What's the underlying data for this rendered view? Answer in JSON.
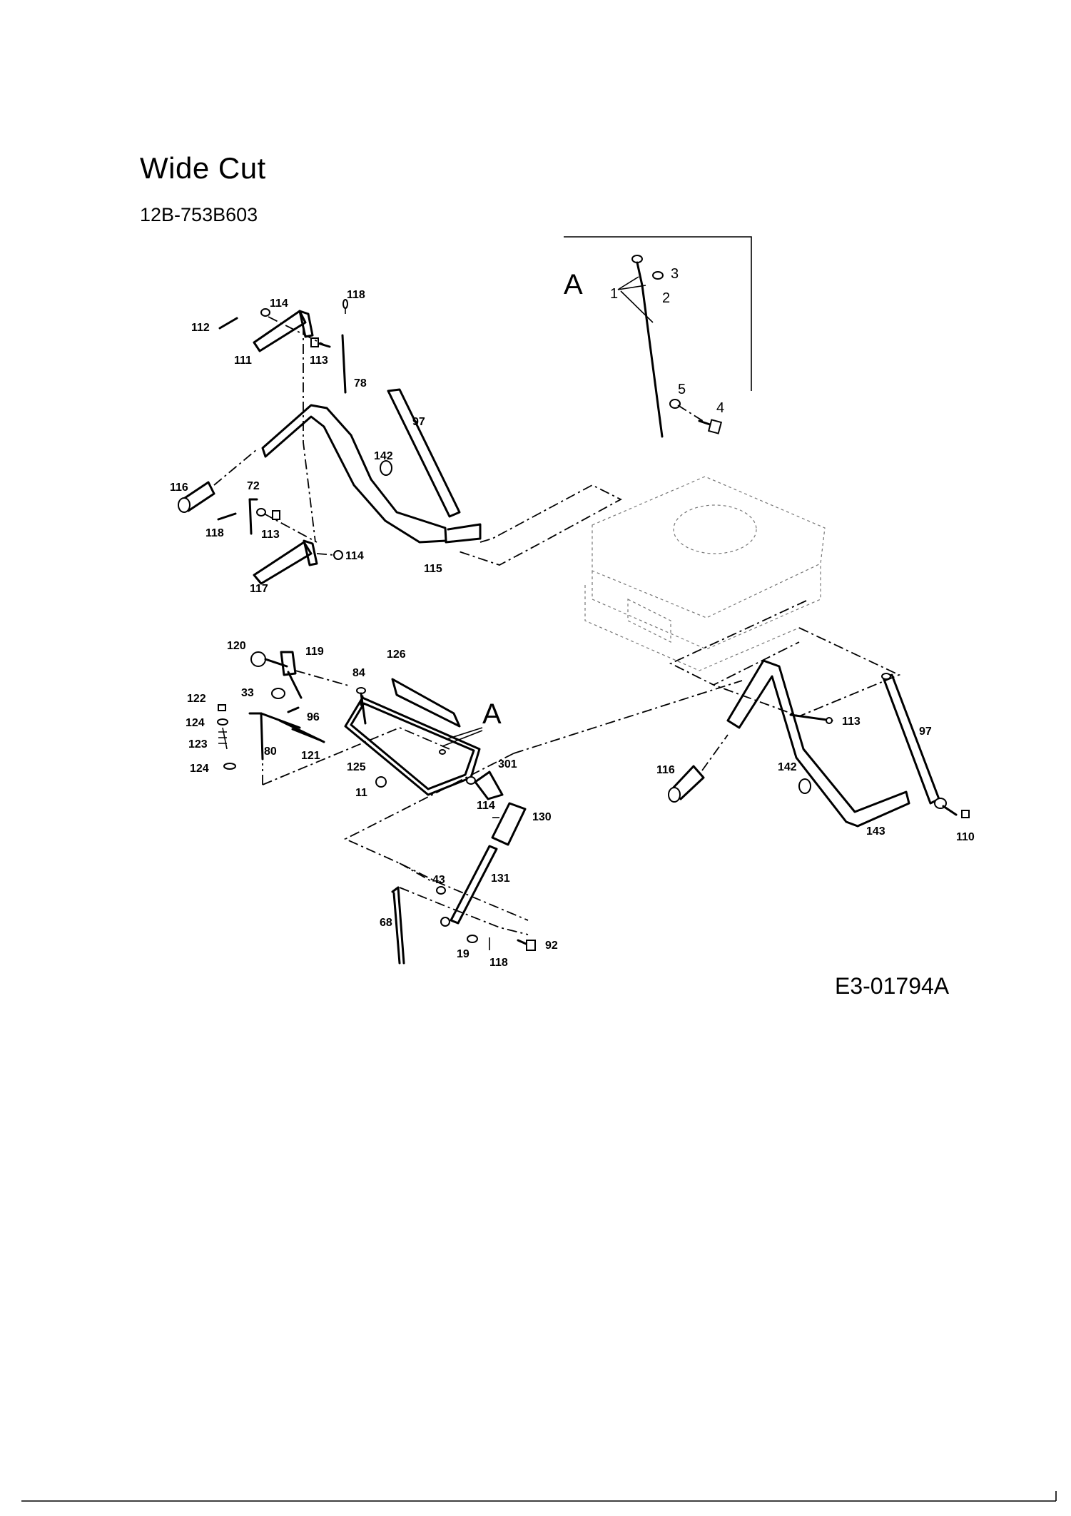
{
  "header": {
    "title": "Wide Cut",
    "model_number": "12B-753B603"
  },
  "figure_code": "E3-01794A",
  "view_markers": {
    "detail_a_top": "A",
    "detail_a_bottom": "A"
  },
  "part_labels": {
    "p1": "1",
    "p2": "2",
    "p3": "3",
    "p4": "4",
    "p5": "5",
    "p112": "112",
    "p114a": "114",
    "p118a": "118",
    "p111": "111",
    "p113a": "113",
    "p78": "78",
    "p97a": "97",
    "p142a": "142",
    "p116a": "116",
    "p72": "72",
    "p118b": "118",
    "p113b": "113",
    "p114b": "114",
    "p117": "117",
    "p115": "115",
    "p120": "120",
    "p119": "119",
    "p126": "126",
    "p84": "84",
    "p122": "122",
    "p33": "33",
    "p96": "96",
    "p124a": "124",
    "p123": "123",
    "p80": "80",
    "p121": "121",
    "p125": "125",
    "p124b": "124",
    "p301": "301",
    "p11": "11",
    "p114c": "114",
    "p113c": "113",
    "p97b": "97",
    "p116b": "116",
    "p142b": "142",
    "p143": "143",
    "p110": "110",
    "p130": "130",
    "p131": "131",
    "p43": "43",
    "p68": "68",
    "p19": "19",
    "p118c": "118",
    "p92": "92"
  }
}
